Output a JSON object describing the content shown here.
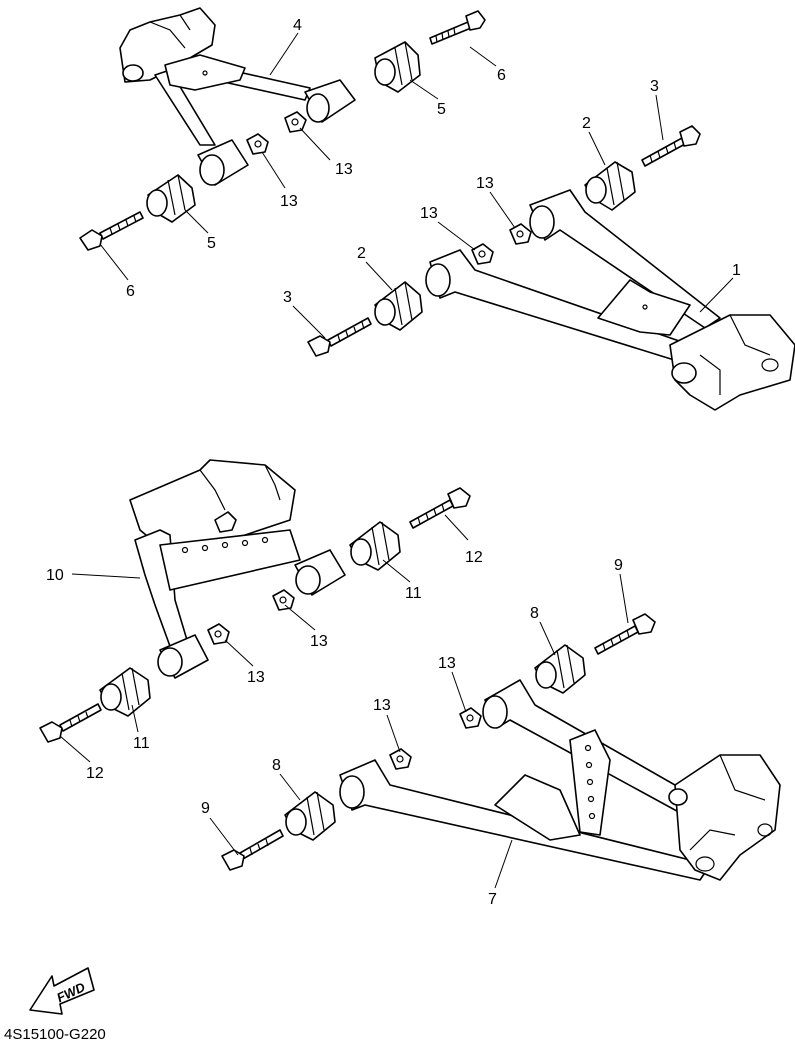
{
  "figure_code": "4S15100-G220",
  "fwd_label": "FWD",
  "callouts": {
    "p1": "1",
    "p2a": "2",
    "p2b": "2",
    "p3a": "3",
    "p3b": "3",
    "p4": "4",
    "p5a": "5",
    "p5b": "5",
    "p6a": "6",
    "p6b": "6",
    "p7": "7",
    "p8a": "8",
    "p8b": "8",
    "p9a": "9",
    "p9b": "9",
    "p10": "10",
    "p11a": "11",
    "p11b": "11",
    "p12a": "12",
    "p12b": "12",
    "p13a": "13",
    "p13b": "13",
    "p13c": "13",
    "p13d": "13",
    "p13e": "13",
    "p13f": "13",
    "p13g": "13",
    "p13h": "13"
  }
}
